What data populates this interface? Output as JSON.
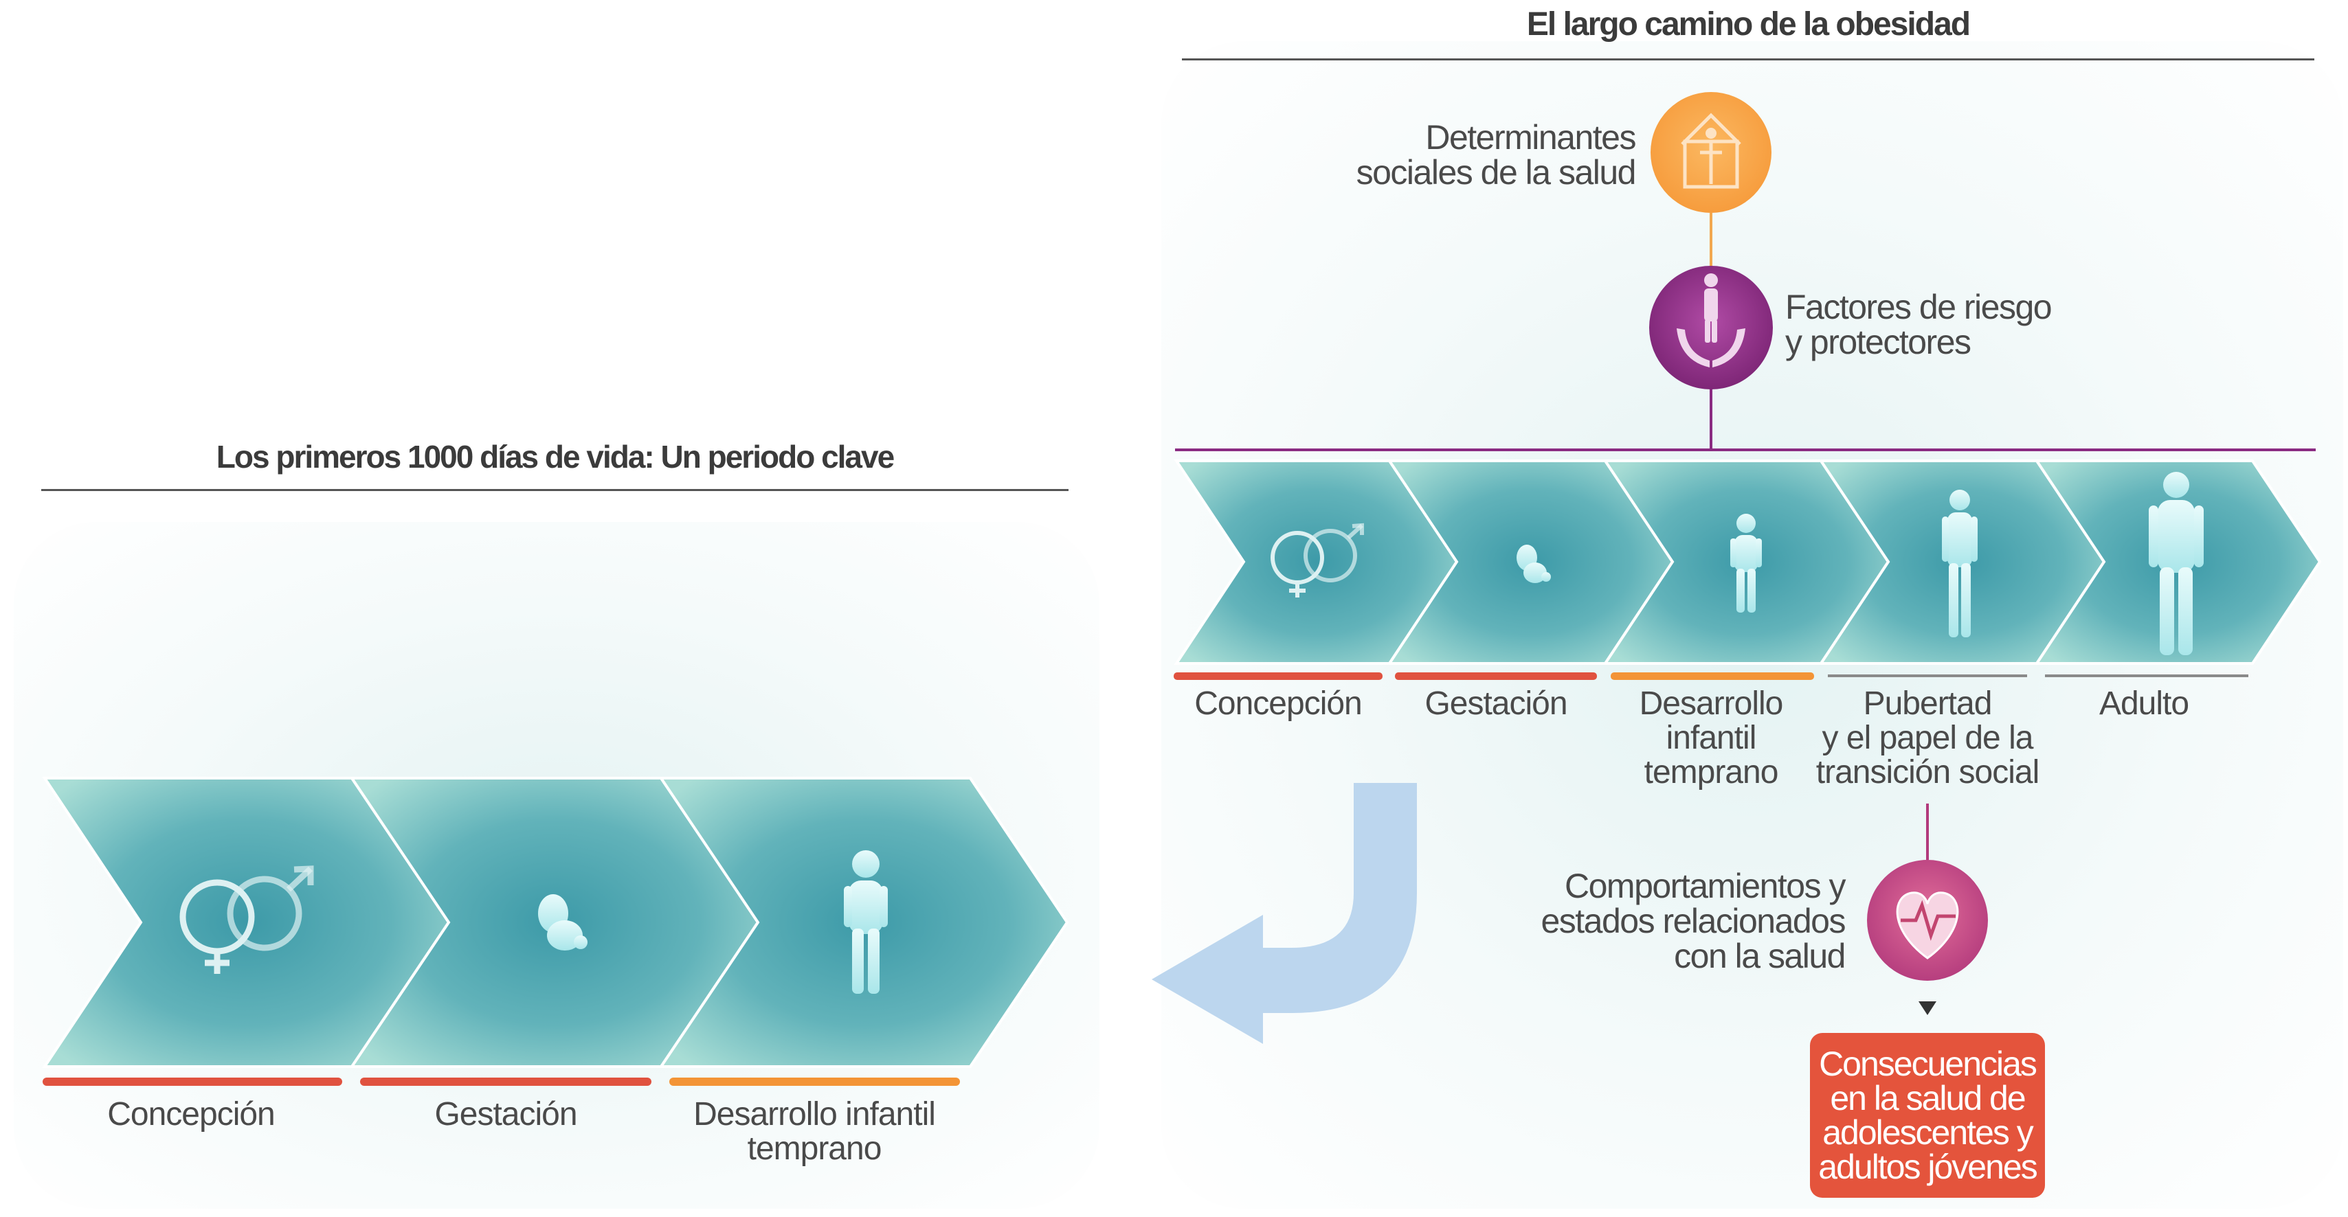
{
  "left": {
    "title": "Los primeros 1000 días de vida: Un periodo clave",
    "stages": [
      {
        "label": "Concepción",
        "icon": "gender-symbols-icon"
      },
      {
        "label": "Gestación",
        "icon": "fetus-icon"
      },
      {
        "label": "Desarrollo infantil\ntemprano",
        "icon": "child-icon"
      }
    ]
  },
  "right": {
    "title": "El largo camino de la obesidad",
    "determinants": {
      "label": "Determinantes\nsociales de la salud",
      "icon": "house-person-icon"
    },
    "factors": {
      "label": "Factores de riesgo\ny protectores",
      "icon": "hands-person-icon"
    },
    "stages": [
      {
        "label": "Concepción",
        "icon": "gender-symbols-icon"
      },
      {
        "label": "Gestación",
        "icon": "fetus-icon"
      },
      {
        "label": "Desarrollo\ninfantil\ntemprano",
        "icon": "child-icon"
      },
      {
        "label": "Pubertad\ny el papel de la\ntransición social",
        "icon": "teen-icon"
      },
      {
        "label": "Adulto",
        "icon": "adult-icon"
      }
    ],
    "behaviors": {
      "label": "Comportamientos y\nestados relacionados\ncon la salud",
      "icon": "heart-icon"
    },
    "consequences": "Consecuencias\nen la salud de\nadolescentes y\nadultos jóvenes"
  },
  "colors": {
    "red": "#e0523f",
    "orange": "#f39436",
    "grey": "#8a8a8a",
    "teal_light": "#9fd9d0",
    "teal_dark": "#3d9aa8",
    "purple": "#8a2b82",
    "arrow_blue": "#bcd6ee"
  }
}
